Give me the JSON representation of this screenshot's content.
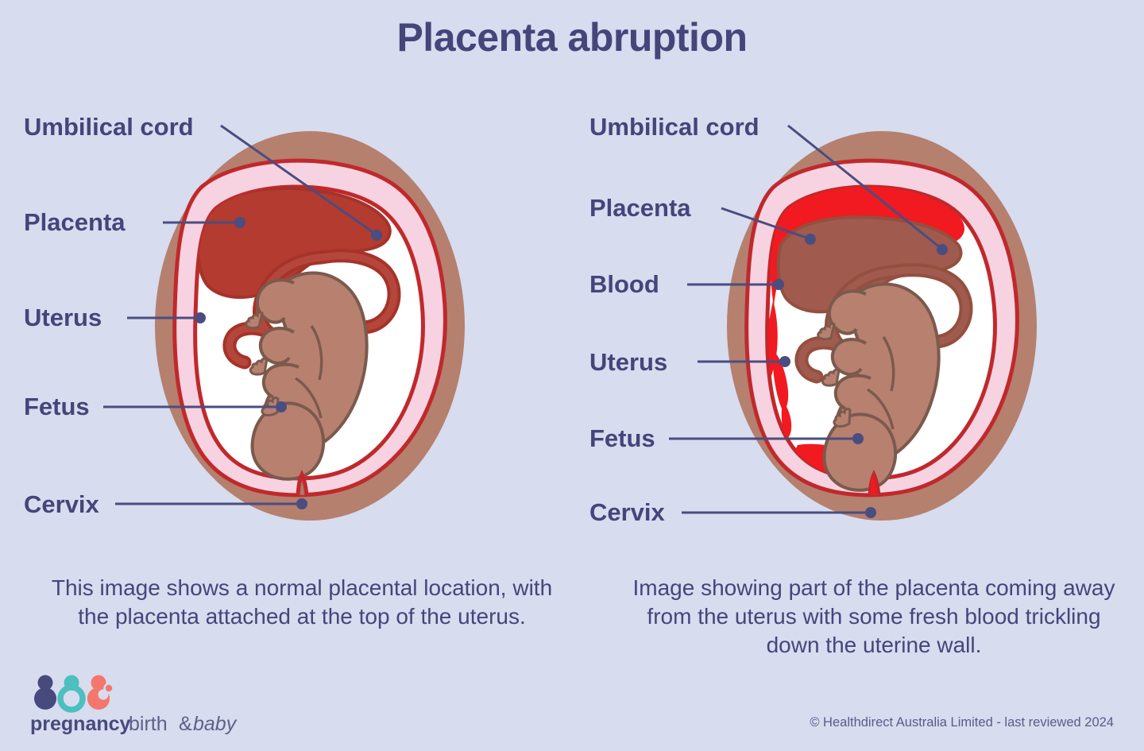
{
  "title": "Placenta abruption",
  "colors": {
    "background": "#d7dcef",
    "text_navy": "#46457a",
    "leader": "#4a4d80",
    "body_brown": "#b5806e",
    "uterus_pink": "#f7d3e1",
    "uterus_outline": "#c0292c",
    "placenta_red": "#b33b30",
    "placenta_abrupt": "#a05a4e",
    "fetus_skin": "#b8806f",
    "fetus_outline": "#7b5a4d",
    "cord_red": "#b4463c",
    "amniotic_white": "#ffffff",
    "blood_bright": "#f01a20",
    "logo_navy": "#474a7d",
    "logo_teal": "#4cbfbf",
    "logo_salmon": "#f4776e"
  },
  "panels": [
    {
      "id": "normal",
      "name": "normal-placenta-diagram",
      "labels": [
        {
          "text": "Umbilical cord",
          "key": "umbilical-cord"
        },
        {
          "text": "Placenta",
          "key": "placenta"
        },
        {
          "text": "Uterus",
          "key": "uterus"
        },
        {
          "text": "Fetus",
          "key": "fetus"
        },
        {
          "text": "Cervix",
          "key": "cervix"
        }
      ],
      "caption": "This image shows a normal placental location, with the placenta attached at the top of the uterus."
    },
    {
      "id": "abruption",
      "name": "placental-abruption-diagram",
      "labels": [
        {
          "text": "Umbilical cord",
          "key": "umbilical-cord"
        },
        {
          "text": "Placenta",
          "key": "placenta"
        },
        {
          "text": "Blood",
          "key": "blood"
        },
        {
          "text": "Uterus",
          "key": "uterus"
        },
        {
          "text": "Fetus",
          "key": "fetus"
        },
        {
          "text": "Cervix",
          "key": "cervix"
        }
      ],
      "caption": "Image showing part of the placenta coming away from the uterus with some fresh blood trickling down the uterine wall."
    }
  ],
  "labels_left": {
    "umbilical_cord": "Umbilical cord",
    "placenta": "Placenta",
    "uterus": "Uterus",
    "fetus": "Fetus",
    "cervix": "Cervix"
  },
  "labels_right": {
    "umbilical_cord": "Umbilical cord",
    "placenta": "Placenta",
    "blood": "Blood",
    "uterus": "Uterus",
    "fetus": "Fetus",
    "cervix": "Cervix"
  },
  "captions": {
    "left": "This image shows a normal placental location, with the placenta attached at the top of the uterus.",
    "right": "Image showing part of the placenta coming away from the uterus with some fresh blood trickling down the uterine wall."
  },
  "brand": {
    "word_bold": "pregnancy",
    "word_light": "birth",
    "word_amp": "&",
    "word_italic": "baby",
    "icon": "three-figures-logo"
  },
  "copyright": "© Healthdirect Australia Limited - last reviewed 2024"
}
